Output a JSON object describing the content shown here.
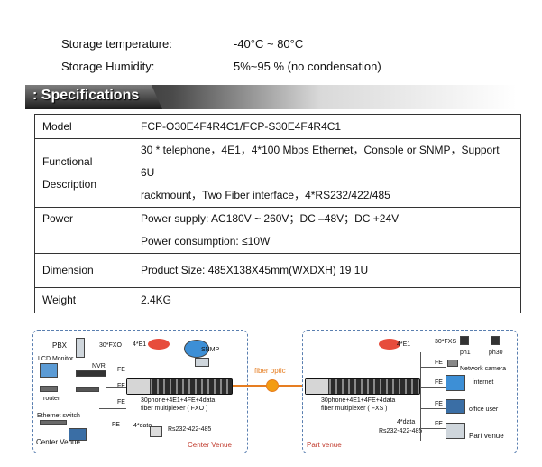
{
  "environment": {
    "storage_temperature_label": "Storage temperature:",
    "storage_temperature_value": "-40°C ~ 80°C",
    "storage_humidity_label": "Storage Humidity:",
    "storage_humidity_value": "5%~95 % (no condensation)"
  },
  "section_title": ": Specifications",
  "spec": {
    "model_label": "Model",
    "model_value": "FCP-O30E4F4R4C1/FCP-S30E4F4R4C1",
    "functional_label_1": "Functional",
    "functional_label_2": "Description",
    "functional_value_1": "30 * telephone，4E1，4*100 Mbps Ethernet，Console or SNMP，Support 6U",
    "functional_value_2": "rackmount，Two Fiber interface，4*RS232/422/485",
    "power_label": "Power",
    "power_value_1": "Power supply: AC180V ~ 260V；DC ‒48V；DC +24V",
    "power_value_2": "Power consumption: ≤10W",
    "dimension_label": "Dimension",
    "dimension_value": "Product Size:   485X138X45mm(WXDXH) 19 1U",
    "weight_label": "Weight",
    "weight_value": "2.4KG"
  },
  "diagram": {
    "left": {
      "pbx": "PBX",
      "fxo": "30*FXO",
      "e1": "4*E1",
      "snmp": "SNMP",
      "lcd": "LCD Monitor",
      "nvr": "NVR",
      "fe1": "FE",
      "fe2": "FE",
      "fe3": "FE",
      "fe4": "FE",
      "router": "router",
      "switch": "Ethernet switch",
      "mux_line1": "30phone+4E1+4FE+4data",
      "mux_line2": "fiber multiplexer ( FXO )",
      "data": "4*data",
      "rs232": "Rs232-422-485",
      "venue": "Center Venue",
      "venue_bottom": "Center Venue"
    },
    "fiber": "fiber optic",
    "right": {
      "e1": "4*E1",
      "fxs": "30*FXS",
      "ph1": "ph1",
      "ph30": "ph30",
      "fe1": "FE",
      "fe2": "FE",
      "fe3": "FE",
      "fe4": "FE",
      "camera": "Network camera",
      "internet": "internet",
      "office": "office user",
      "mux_line1": "30phone+4E1+4FE+4data",
      "mux_line2": "fiber multiplexer ( FXS )",
      "data": "4*data",
      "rs232": "Rs232-422-485",
      "venue_bottom": "Part venue",
      "venue": "Part venue"
    }
  }
}
